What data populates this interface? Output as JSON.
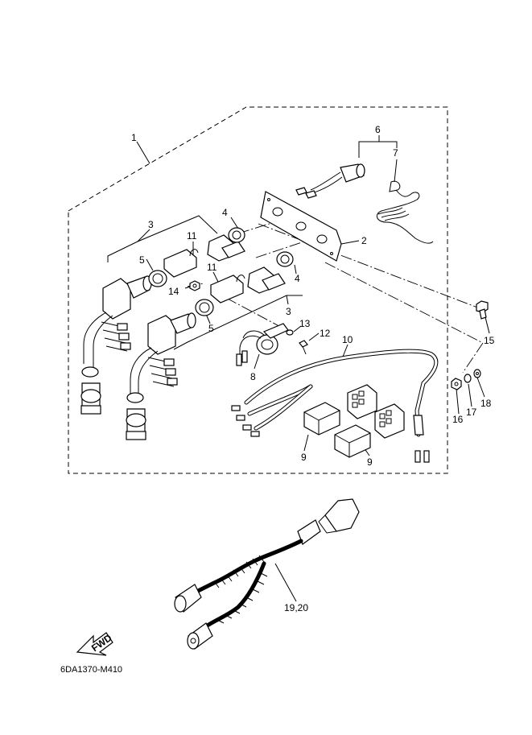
{
  "callouts": {
    "c1": "1",
    "c2": "2",
    "c3a": "3",
    "c3b": "3",
    "c4a": "4",
    "c4b": "4",
    "c5a": "5",
    "c5b": "5",
    "c6": "6",
    "c7": "7",
    "c8": "8",
    "c9a": "9",
    "c9b": "9",
    "c10": "10",
    "c11a": "11",
    "c11b": "11",
    "c12": "12",
    "c13": "13",
    "c14": "14",
    "c15": "15",
    "c16": "16",
    "c17": "17",
    "c18": "18",
    "c1920": "19,20"
  },
  "fwd_label": "FWD",
  "diagram_code": "6DA1370-M410"
}
